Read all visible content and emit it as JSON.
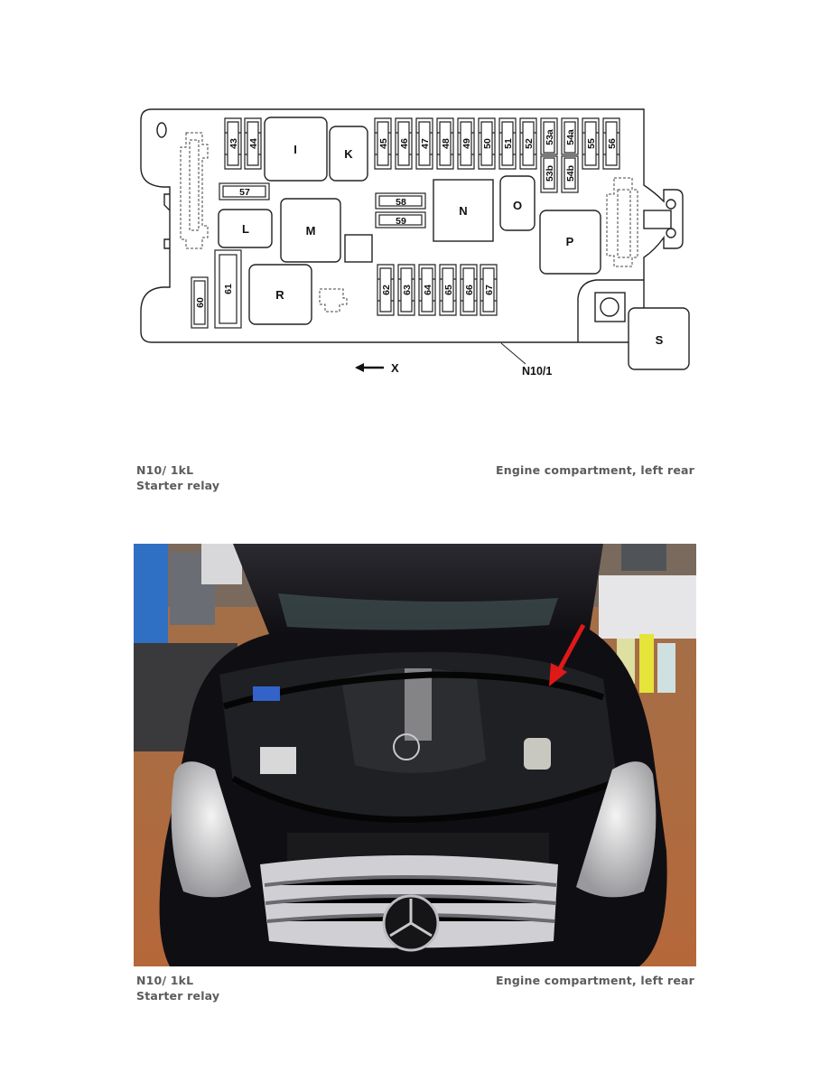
{
  "diagram": {
    "component_label": "N10/1",
    "direction_label": "X",
    "relays": [
      "I",
      "K",
      "L",
      "M",
      "N",
      "O",
      "P",
      "R",
      "S"
    ],
    "fuses_top_left": [
      "43",
      "44"
    ],
    "fuses_top_right": [
      "45",
      "46",
      "47",
      "48",
      "49",
      "50",
      "51",
      "52",
      "53a",
      "54a",
      "55",
      "56"
    ],
    "fuses_sub": [
      "53b",
      "54b"
    ],
    "fuses_horizontal": [
      "57",
      "58",
      "59"
    ],
    "fuses_bottom_left": [
      "60",
      "61"
    ],
    "fuses_bottom_right": [
      "62",
      "63",
      "64",
      "65",
      "66",
      "67"
    ]
  },
  "captions": [
    {
      "code": "N10/ 1kL",
      "name": "Starter relay",
      "location": "Engine compartment, left rear"
    },
    {
      "code": "N10/ 1kL",
      "name": "Starter relay",
      "location": "Engine compartment, left rear"
    }
  ],
  "photo": {
    "description": "Engine compartment with open hood, red arrow indicating starter relay location",
    "arrow_color": "#e01818"
  }
}
